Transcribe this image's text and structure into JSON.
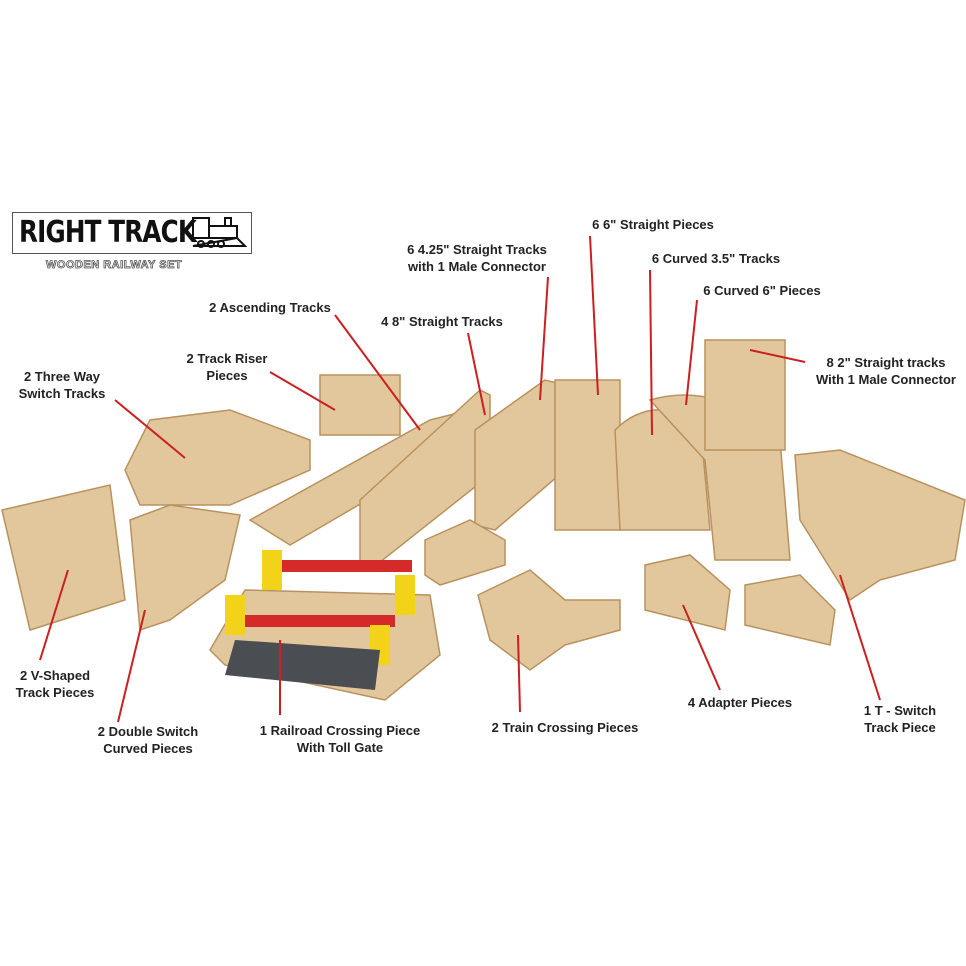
{
  "logo": {
    "title": "RIGHT TRACK",
    "subtitle": "WOODEN RAILWAY SET",
    "icon": "steam-locomotive-icon"
  },
  "labels": {
    "three_way": "2 Three Way\nSwitch Tracks",
    "riser": "2 Track Riser\nPieces",
    "ascending": "2 Ascending Tracks",
    "straight8": "4 8\" Straight Tracks",
    "straight425": "6 4.25\" Straight Tracks\nwith 1 Male Connector",
    "straight6": "6 6\" Straight Pieces",
    "curved35": "6 Curved 3.5\" Tracks",
    "curved6": "6 Curved 6\" Pieces",
    "straight2": "8 2\" Straight tracks\nWith 1 Male Connector",
    "vshaped": "2 V-Shaped\nTrack Pieces",
    "double_switch": "2 Double Switch\nCurved Pieces",
    "railroad_crossing": "1 Railroad Crossing Piece\nWith Toll Gate",
    "train_crossing": "2 Train Crossing Pieces",
    "adapter": "4 Adapter Pieces",
    "t_switch": "1 T - Switch\nTrack Piece"
  },
  "colors": {
    "leader_line": "#cc1f1f",
    "wood": "#e3c79c",
    "wood_edge": "#b8925e",
    "gate_yellow": "#f2d31a",
    "gate_red": "#d42a2a",
    "road": "#4a4d52"
  }
}
